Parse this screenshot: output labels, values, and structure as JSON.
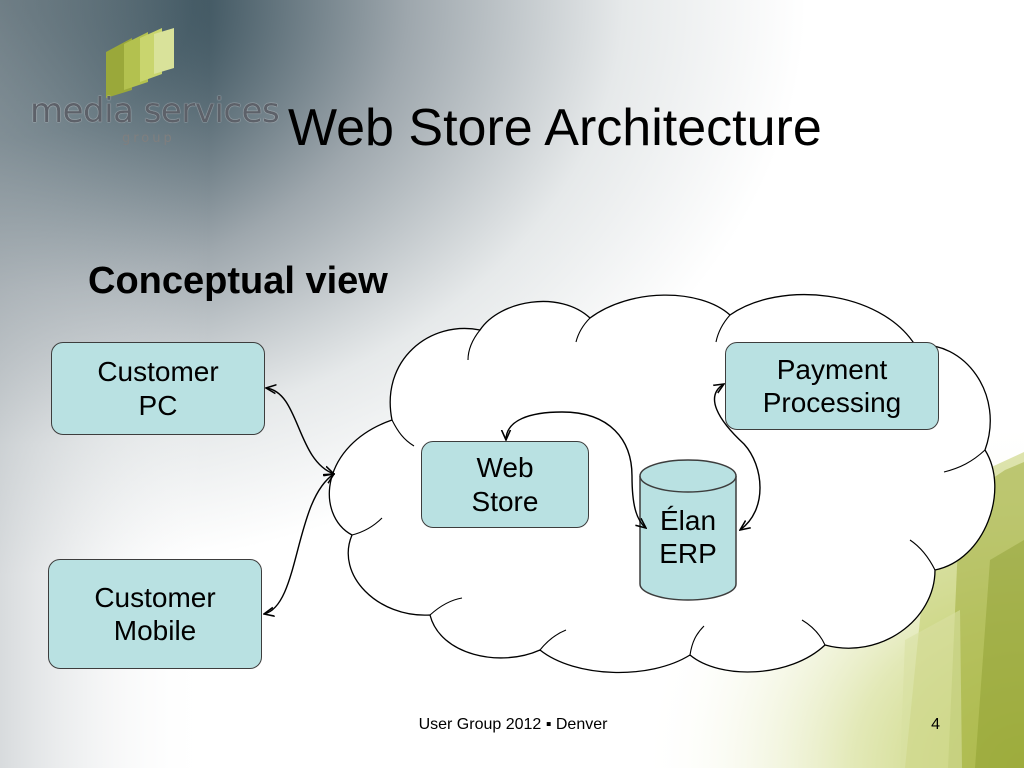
{
  "slide": {
    "title": "Web Store Architecture",
    "subtitle": "Conceptual view",
    "footer": "User Group 2012 ▪ Denver",
    "page_number": "4"
  },
  "logo": {
    "name": "media services",
    "tagline": "group"
  },
  "diagram": {
    "nodes": {
      "customer_pc": "Customer\nPC",
      "customer_mobile": "Customer\nMobile",
      "web_store": "Web\nStore",
      "payment_processing": "Payment\nProcessing",
      "elan_erp": "Élan\nERP"
    },
    "cloud": "internet-cloud",
    "connections": [
      [
        "customer_pc",
        "cloud"
      ],
      [
        "customer_mobile",
        "cloud"
      ],
      [
        "web_store",
        "elan_erp"
      ],
      [
        "elan_erp",
        "payment_processing"
      ]
    ]
  },
  "colors": {
    "box_fill": "#b9e1e2",
    "box_border": "#3d3d3d",
    "accent_green": "#a6b33a",
    "corner_dark": "#1c3440"
  }
}
